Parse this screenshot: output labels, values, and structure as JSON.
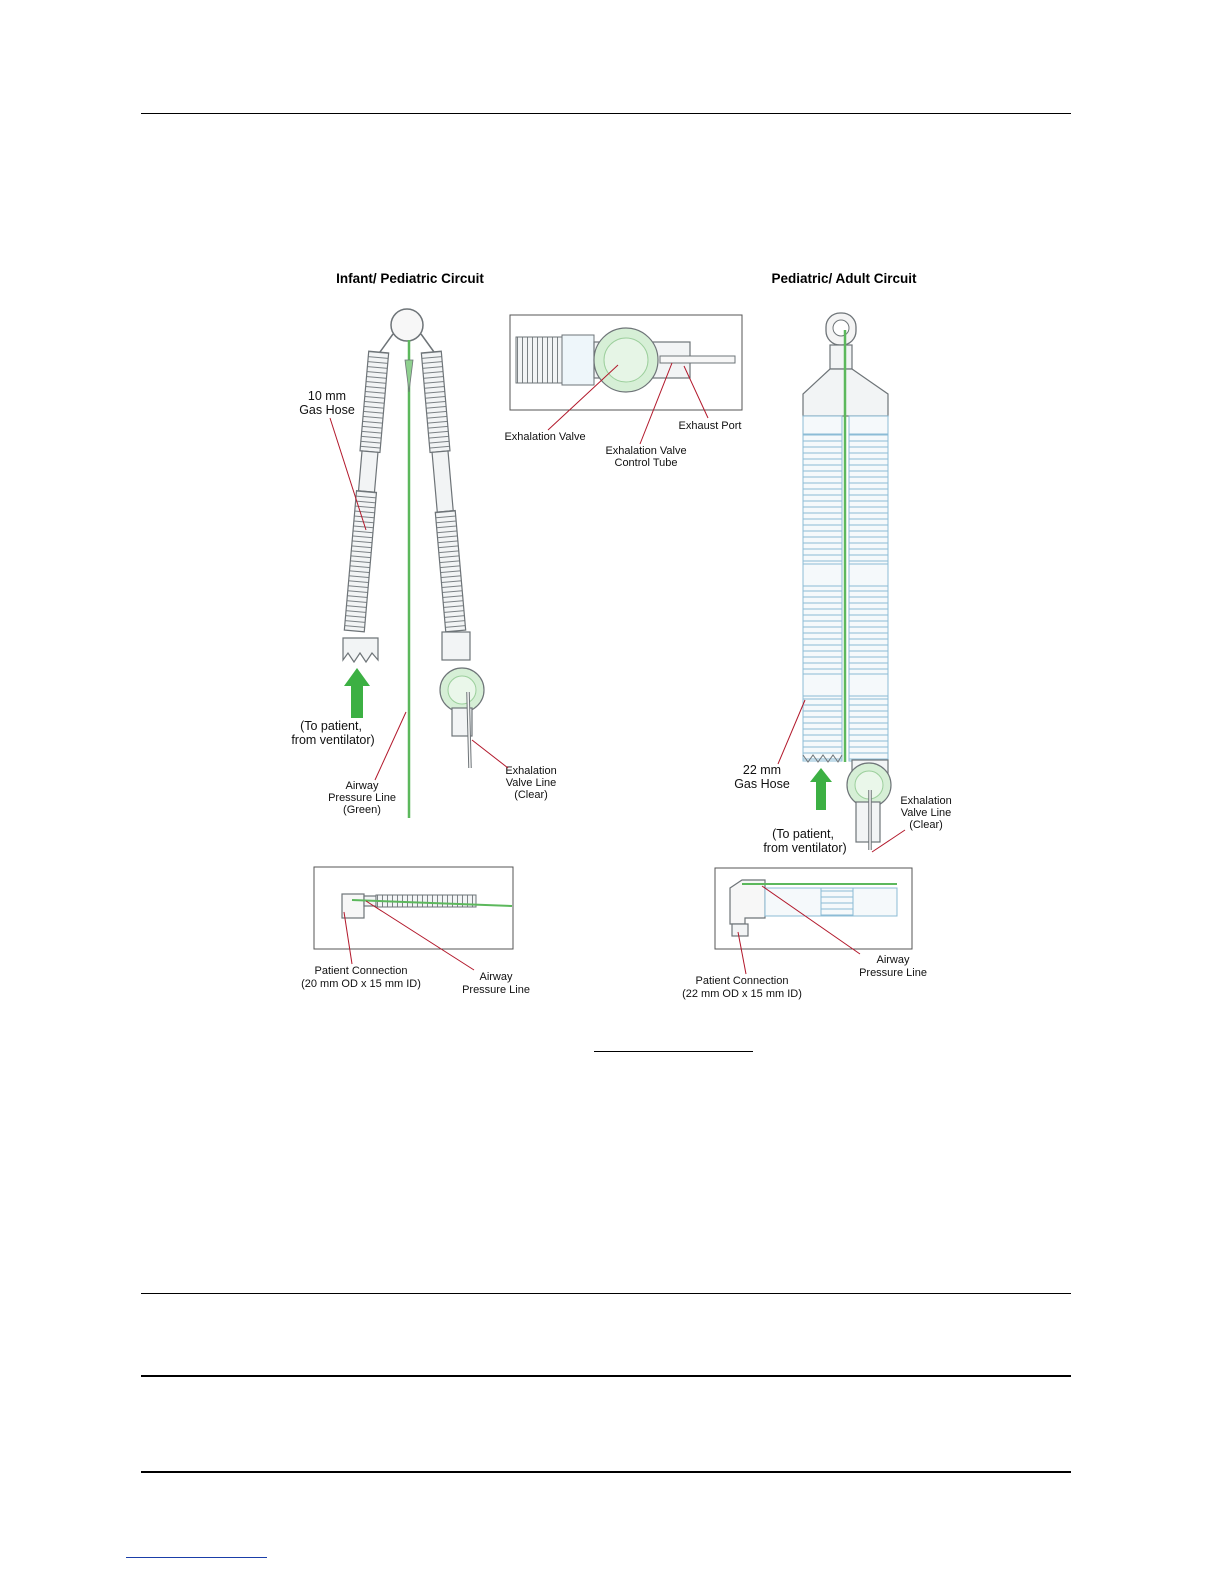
{
  "titles": {
    "left": "Infant/ Pediatric Circuit",
    "right": "Pediatric/ Adult Circuit"
  },
  "labels": {
    "gas_hose_10_l1": "10 mm",
    "gas_hose_10_l2": "Gas Hose",
    "to_patient_left_l1": "(To patient,",
    "to_patient_left_l2": "from ventilator)",
    "airway_green_l1": "Airway",
    "airway_green_l2": "Pressure Line",
    "airway_green_l3": "(Green)",
    "exh_line_left_l1": "Exhalation",
    "exh_line_left_l2": "Valve Line",
    "exh_line_left_l3": "(Clear)",
    "exhalation_valve": "Exhalation Valve",
    "exhaust_port": "Exhaust Port",
    "exh_ctrl_l1": "Exhalation Valve",
    "exh_ctrl_l2": "Control Tube",
    "gas_hose_22_l1": "22 mm",
    "gas_hose_22_l2": "Gas Hose",
    "exh_line_right_l1": "Exhalation",
    "exh_line_right_l2": "Valve Line",
    "exh_line_right_l3": "(Clear)",
    "to_patient_right_l1": "(To patient,",
    "to_patient_right_l2": "from ventilator)",
    "patient_conn_left_l1": "Patient Connection",
    "patient_conn_left_l2": "(20 mm OD  x 15 mm ID)",
    "airway_left_l1": "Airway",
    "airway_left_l2": "Pressure Line",
    "patient_conn_right_l1": "Patient Connection",
    "patient_conn_right_l2": "(22 mm OD  x 15 mm ID)",
    "airway_right_l1": "Airway",
    "airway_right_l2": "Pressure Line"
  },
  "colors": {
    "leader": "#b2182b",
    "airway_line": "#5cb85c",
    "arrow": "#3cb043",
    "valve_fill": "#d6efd6"
  }
}
